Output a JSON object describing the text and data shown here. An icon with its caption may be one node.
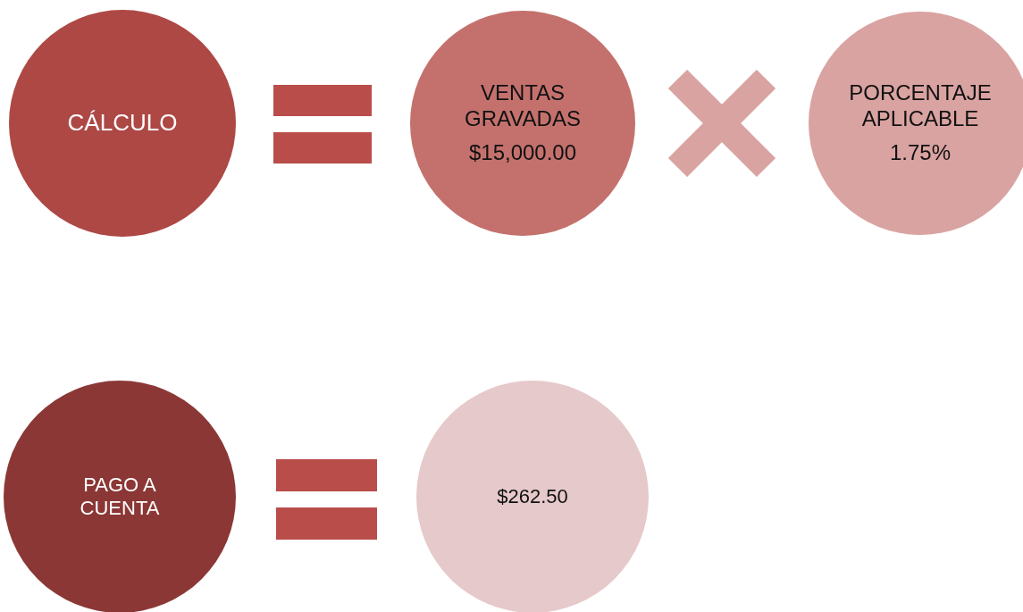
{
  "diagram": {
    "nodes": [
      {
        "text": [
          "CÁLCULO"
        ]
      },
      {
        "text": [
          "VENTAS GRAVADAS",
          "$15,000.00"
        ]
      },
      {
        "text": [
          "PORCENTAJE APLICABLE",
          "1.75%"
        ]
      },
      {
        "text": [
          "PAGO A CUENTA"
        ]
      },
      {
        "text": [
          "$262.50"
        ]
      }
    ]
  }
}
